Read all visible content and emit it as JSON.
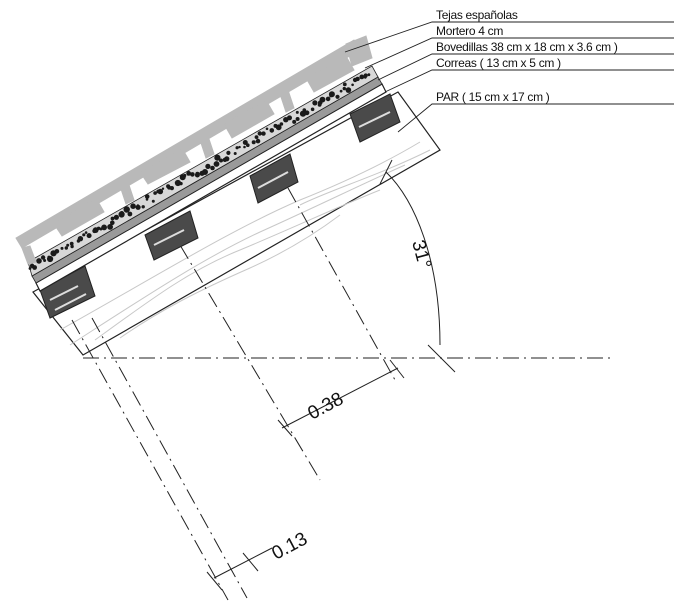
{
  "labels": {
    "tiles": "Tejas españolas",
    "mortar": "Mortero 4 cm",
    "bricks": "Bovedillas 38 cm x 18 cm x 3.6 cm )",
    "purlin": "Correas ( 13 cm x 5 cm )",
    "rafter": "PAR ( 15 cm x 17 cm )"
  },
  "dimensions": {
    "angle": "31°",
    "spacing": "0.38",
    "purlin_width": "0.13"
  },
  "colors": {
    "tile": "#b9b9b9",
    "ink": "#222222",
    "grain": "#c8c8c8"
  }
}
